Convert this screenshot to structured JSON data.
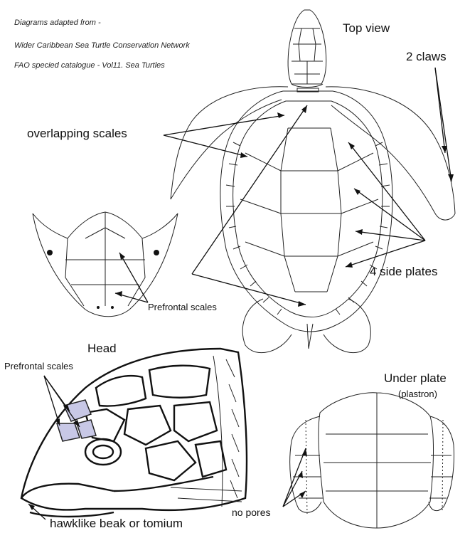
{
  "credits": [
    "Diagrams adapted from -",
    "Wider Caribbean Sea Turtle Conservation Network",
    "FAO specied catalogue - Vol11. Sea Turtles"
  ],
  "labels": {
    "top_view": "Top view",
    "two_claws": "2 claws",
    "overlapping_scales": "overlapping scales",
    "four_side_plates": "4 side plates",
    "prefrontal_scales_small": "Prefrontal scales",
    "head": "Head",
    "prefrontal_scales_head": "Prefrontal scales",
    "under_plate": "Under plate",
    "plastron": "(plastron)",
    "no_pores": "no pores",
    "beak": "hawklike beak or tomium"
  },
  "colors": {
    "ink": "#222222",
    "highlight": "#c8c8e6"
  }
}
